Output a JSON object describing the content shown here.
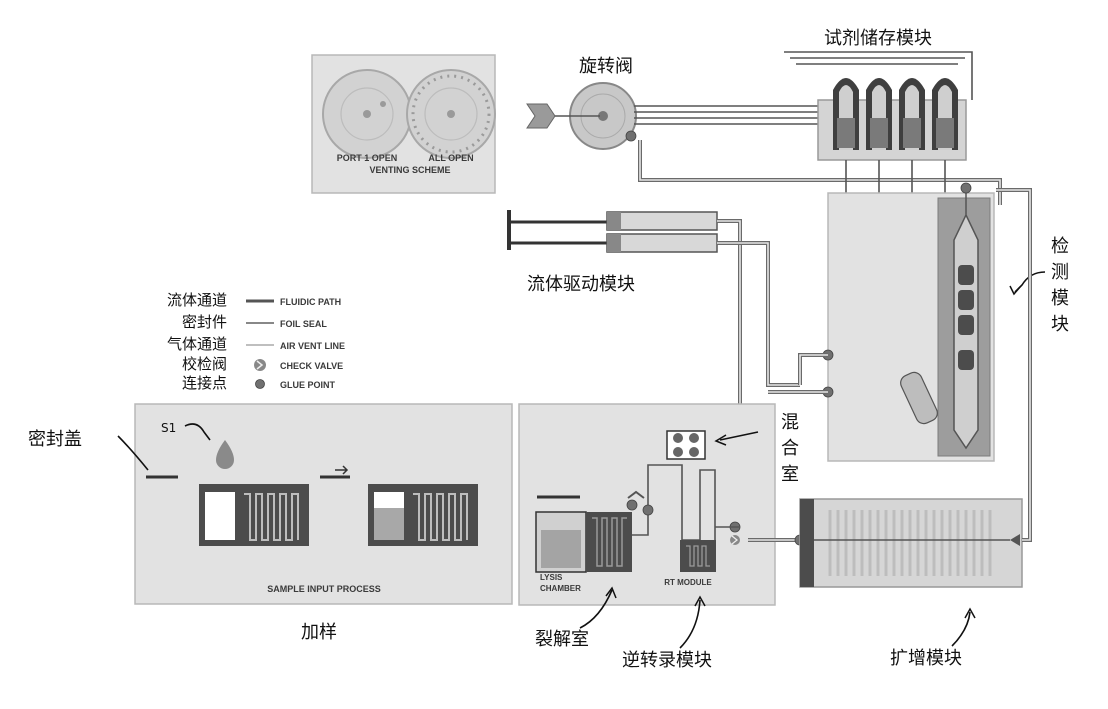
{
  "labels": {
    "rotary_valve": "旋转阀",
    "reagent_storage": "试剂储存模块",
    "fluid_drive": "流体驱动模块",
    "detection_line1": "检",
    "detection_line2": "测",
    "detection_line3": "模",
    "detection_line4": "块",
    "mixing_line1": "混",
    "mixing_line2": "合",
    "mixing_line3": "室",
    "seal_cap": "密封盖",
    "sample_loading": "加样",
    "lysis_chamber_cn": "裂解室",
    "rt_module_cn": "逆转录模块",
    "amplification": "扩增模块",
    "sample_id": "S1"
  },
  "venting": {
    "port1": "PORT 1 OPEN",
    "all_open": "ALL OPEN",
    "scheme": "VENTING SCHEME"
  },
  "legend": {
    "items": [
      {
        "cn": "流体通道",
        "en": "FLUIDIC PATH"
      },
      {
        "cn": "密封件",
        "en": "FOIL SEAL"
      },
      {
        "cn": "气体通道",
        "en": "AIR VENT LINE"
      },
      {
        "cn": "校检阀",
        "en": "CHECK VALVE"
      },
      {
        "cn": "连接点",
        "en": "GLUE POINT"
      }
    ]
  },
  "panels": {
    "sample_input": "SAMPLE INPUT PROCESS",
    "lysis_line1": "LYSIS",
    "lysis_line2": "CHAMBER",
    "rt_module": "RT MODULE"
  },
  "colors": {
    "panel": "#e2e2e2",
    "pipe": "#6a6a6a",
    "dark": "#4c4c4c"
  }
}
